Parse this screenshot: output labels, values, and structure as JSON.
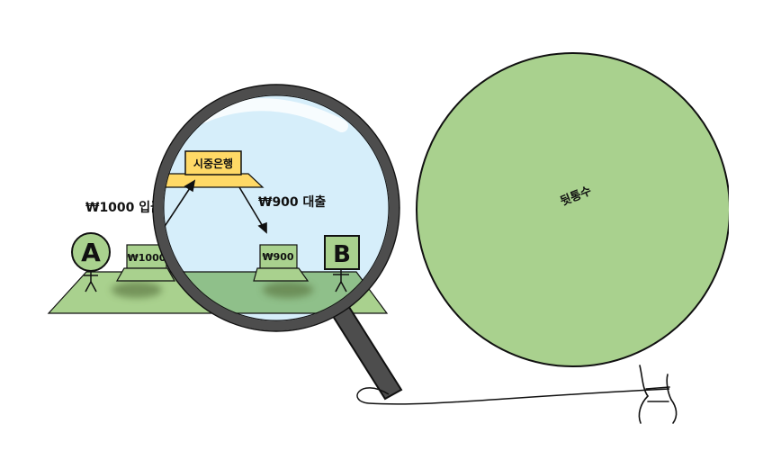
{
  "person_a": {
    "letter": "A"
  },
  "person_b": {
    "letter": "B"
  },
  "laptop_a": {
    "amount_label": "₩1000"
  },
  "laptop_b": {
    "amount_label": "₩900"
  },
  "bank": {
    "label": "시중은행"
  },
  "deposit": {
    "label": "₩1000 입금"
  },
  "loan": {
    "label": "₩900 대출"
  },
  "shadow_area": {
    "label": "뒷통수"
  },
  "colors": {
    "ground": "#a9d18e",
    "green_fill": "#a9d18e",
    "bank_fill": "#ffd966",
    "lens_tint": "#d6eefa",
    "handle": "#4d4d4d",
    "outline": "#111111"
  },
  "icons": {
    "magnifier": "magnifying-glass-icon",
    "person": "stick-figure-icon",
    "laptop": "laptop-icon"
  }
}
